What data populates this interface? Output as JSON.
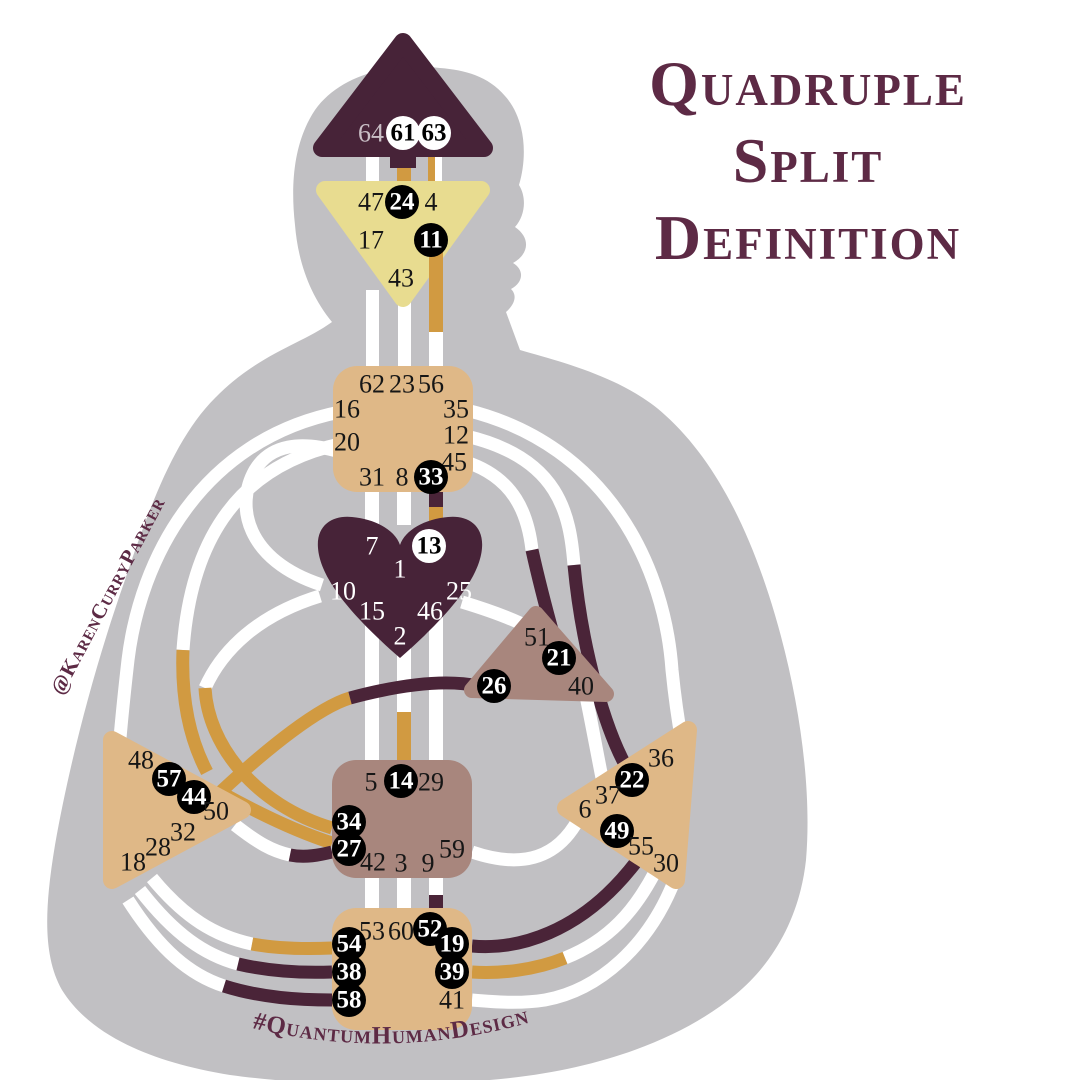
{
  "title": {
    "lines": [
      "Quadruple",
      "Split",
      "Definition"
    ]
  },
  "credits": {
    "left_watermark": "@KarenCurryParker",
    "bottom_hashtag": "#QuantumHumanDesign"
  },
  "colors": {
    "background": "#FFFFFF",
    "silhouette_gray": "#C1C0C3",
    "dark_center_maroon": "#472338",
    "channel_maroon": "#4A2438",
    "channel_gold": "#D19A41",
    "open_channel_white": "#FFFFFF",
    "ajna_yellow": "#E8DC90",
    "center_tan": "#DFB887",
    "center_mauve": "#A8867D",
    "title_maroon": "#5D2A45",
    "defined_gate_black": "#000000",
    "defined_gate_white": "#FFFFFF"
  },
  "centers": {
    "head": {
      "name": "Head",
      "gates": [
        {
          "label": "64",
          "state": "open"
        },
        {
          "label": "61",
          "state": "defined-white"
        },
        {
          "label": "63",
          "state": "defined-white"
        }
      ]
    },
    "ajna": {
      "name": "Ajna",
      "gates": [
        {
          "label": "47",
          "state": "open"
        },
        {
          "label": "24",
          "state": "defined"
        },
        {
          "label": "4",
          "state": "open"
        },
        {
          "label": "17",
          "state": "open"
        },
        {
          "label": "11",
          "state": "defined"
        },
        {
          "label": "43",
          "state": "open"
        }
      ]
    },
    "throat": {
      "name": "Throat",
      "gates": [
        {
          "label": "62",
          "state": "open"
        },
        {
          "label": "23",
          "state": "open"
        },
        {
          "label": "56",
          "state": "open"
        },
        {
          "label": "16",
          "state": "open"
        },
        {
          "label": "35",
          "state": "open"
        },
        {
          "label": "20",
          "state": "open"
        },
        {
          "label": "12",
          "state": "open"
        },
        {
          "label": "45",
          "state": "open"
        },
        {
          "label": "31",
          "state": "open"
        },
        {
          "label": "8",
          "state": "open"
        },
        {
          "label": "33",
          "state": "defined"
        }
      ]
    },
    "g_center": {
      "name": "G Center",
      "gates": [
        {
          "label": "7",
          "state": "open"
        },
        {
          "label": "13",
          "state": "defined-white"
        },
        {
          "label": "1",
          "state": "open"
        },
        {
          "label": "10",
          "state": "open"
        },
        {
          "label": "25",
          "state": "open"
        },
        {
          "label": "15",
          "state": "open"
        },
        {
          "label": "46",
          "state": "open"
        },
        {
          "label": "2",
          "state": "open"
        }
      ]
    },
    "will": {
      "name": "Will",
      "gates": [
        {
          "label": "51",
          "state": "open"
        },
        {
          "label": "21",
          "state": "defined"
        },
        {
          "label": "26",
          "state": "defined"
        },
        {
          "label": "40",
          "state": "open"
        }
      ]
    },
    "spleen": {
      "name": "Spleen",
      "gates": [
        {
          "label": "48",
          "state": "open"
        },
        {
          "label": "57",
          "state": "defined"
        },
        {
          "label": "44",
          "state": "defined"
        },
        {
          "label": "50",
          "state": "open"
        },
        {
          "label": "32",
          "state": "open"
        },
        {
          "label": "28",
          "state": "open"
        },
        {
          "label": "18",
          "state": "open"
        }
      ]
    },
    "sacral": {
      "name": "Sacral",
      "gates": [
        {
          "label": "5",
          "state": "open"
        },
        {
          "label": "14",
          "state": "defined"
        },
        {
          "label": "29",
          "state": "open"
        },
        {
          "label": "34",
          "state": "defined"
        },
        {
          "label": "27",
          "state": "defined"
        },
        {
          "label": "42",
          "state": "open"
        },
        {
          "label": "3",
          "state": "open"
        },
        {
          "label": "9",
          "state": "open"
        },
        {
          "label": "59",
          "state": "open"
        }
      ]
    },
    "solar_plexus": {
      "name": "Solar Plexus",
      "gates": [
        {
          "label": "36",
          "state": "open"
        },
        {
          "label": "22",
          "state": "defined"
        },
        {
          "label": "37",
          "state": "open"
        },
        {
          "label": "6",
          "state": "open"
        },
        {
          "label": "49",
          "state": "defined"
        },
        {
          "label": "55",
          "state": "open"
        },
        {
          "label": "30",
          "state": "open"
        }
      ]
    },
    "root": {
      "name": "Root",
      "gates": [
        {
          "label": "53",
          "state": "open"
        },
        {
          "label": "60",
          "state": "open"
        },
        {
          "label": "52",
          "state": "defined"
        },
        {
          "label": "54",
          "state": "defined"
        },
        {
          "label": "19",
          "state": "defined"
        },
        {
          "label": "38",
          "state": "defined"
        },
        {
          "label": "39",
          "state": "defined"
        },
        {
          "label": "58",
          "state": "defined"
        },
        {
          "label": "41",
          "state": "open"
        }
      ]
    }
  }
}
